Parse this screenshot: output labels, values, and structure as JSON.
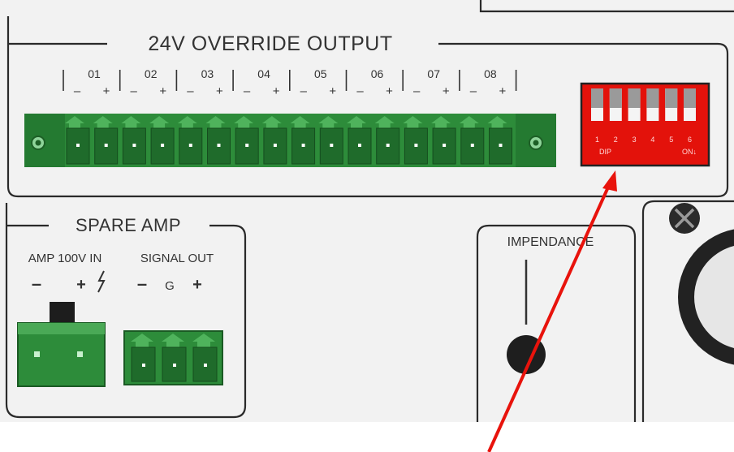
{
  "override": {
    "title": "24V OVERRIDE OUTPUT",
    "channels": [
      "01",
      "02",
      "03",
      "04",
      "05",
      "06",
      "07",
      "08"
    ],
    "minus": "–",
    "plus": "+"
  },
  "dip": {
    "numbers": [
      "1",
      "2",
      "3",
      "4",
      "5",
      "6"
    ],
    "label": "DIP",
    "on_label": "ON↓",
    "color": "#e3120b"
  },
  "spare": {
    "title": "SPARE AMP",
    "amp_in": "AMP 100V IN",
    "signal_out": "SIGNAL OUT",
    "amp_minus": "–",
    "amp_plus": "+",
    "sig_minus": "–",
    "sig_g": "G",
    "sig_plus": "+"
  },
  "impedance": {
    "label": "IMPENDANCE"
  },
  "colors": {
    "terminal_green": "#2f9a3f",
    "terminal_dark": "#1f6b2b",
    "arrow_red": "#e8130c",
    "panel": "#f2f2f2"
  }
}
